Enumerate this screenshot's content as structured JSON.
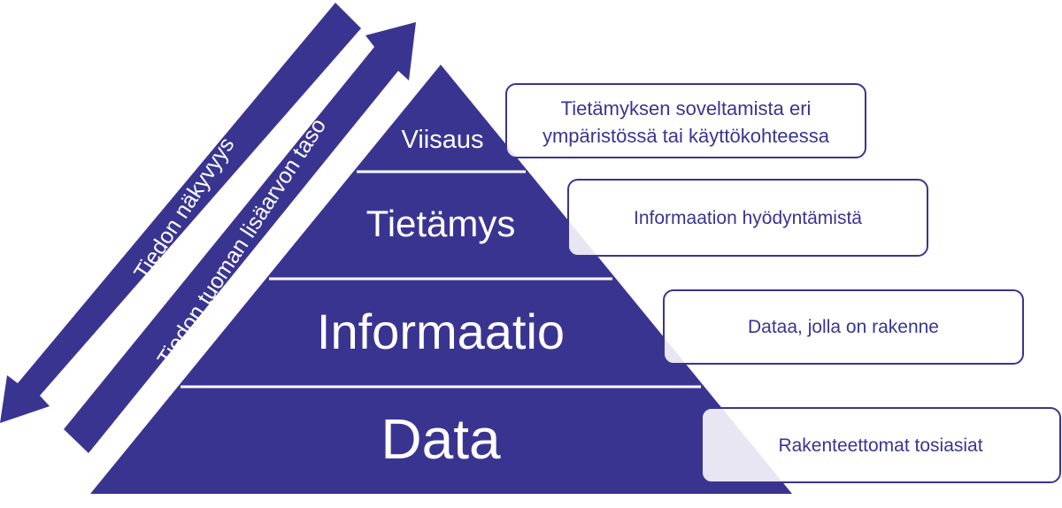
{
  "colors": {
    "primary": "#3a3491",
    "callout_border": "#3a3491",
    "text_on_dark": "#ffffff"
  },
  "pyramid": {
    "levels": [
      {
        "label": "Viisaus"
      },
      {
        "label": "Tietämys"
      },
      {
        "label": "Informaatio"
      },
      {
        "label": "Data"
      }
    ]
  },
  "arrows": {
    "visibility": {
      "label": "Tiedon näkyvyys"
    },
    "value": {
      "label": "Tiedon tuoman lisäarvon taso"
    }
  },
  "callouts": [
    {
      "lines": [
        "Tietämyksen soveltamista eri",
        "ympäristössä tai käyttökohteessa"
      ]
    },
    {
      "lines": [
        "Informaation hyödyntämistä"
      ]
    },
    {
      "lines": [
        "Dataa, jolla on rakenne"
      ]
    },
    {
      "lines": [
        "Rakenteettomat tosiasiat"
      ]
    }
  ]
}
